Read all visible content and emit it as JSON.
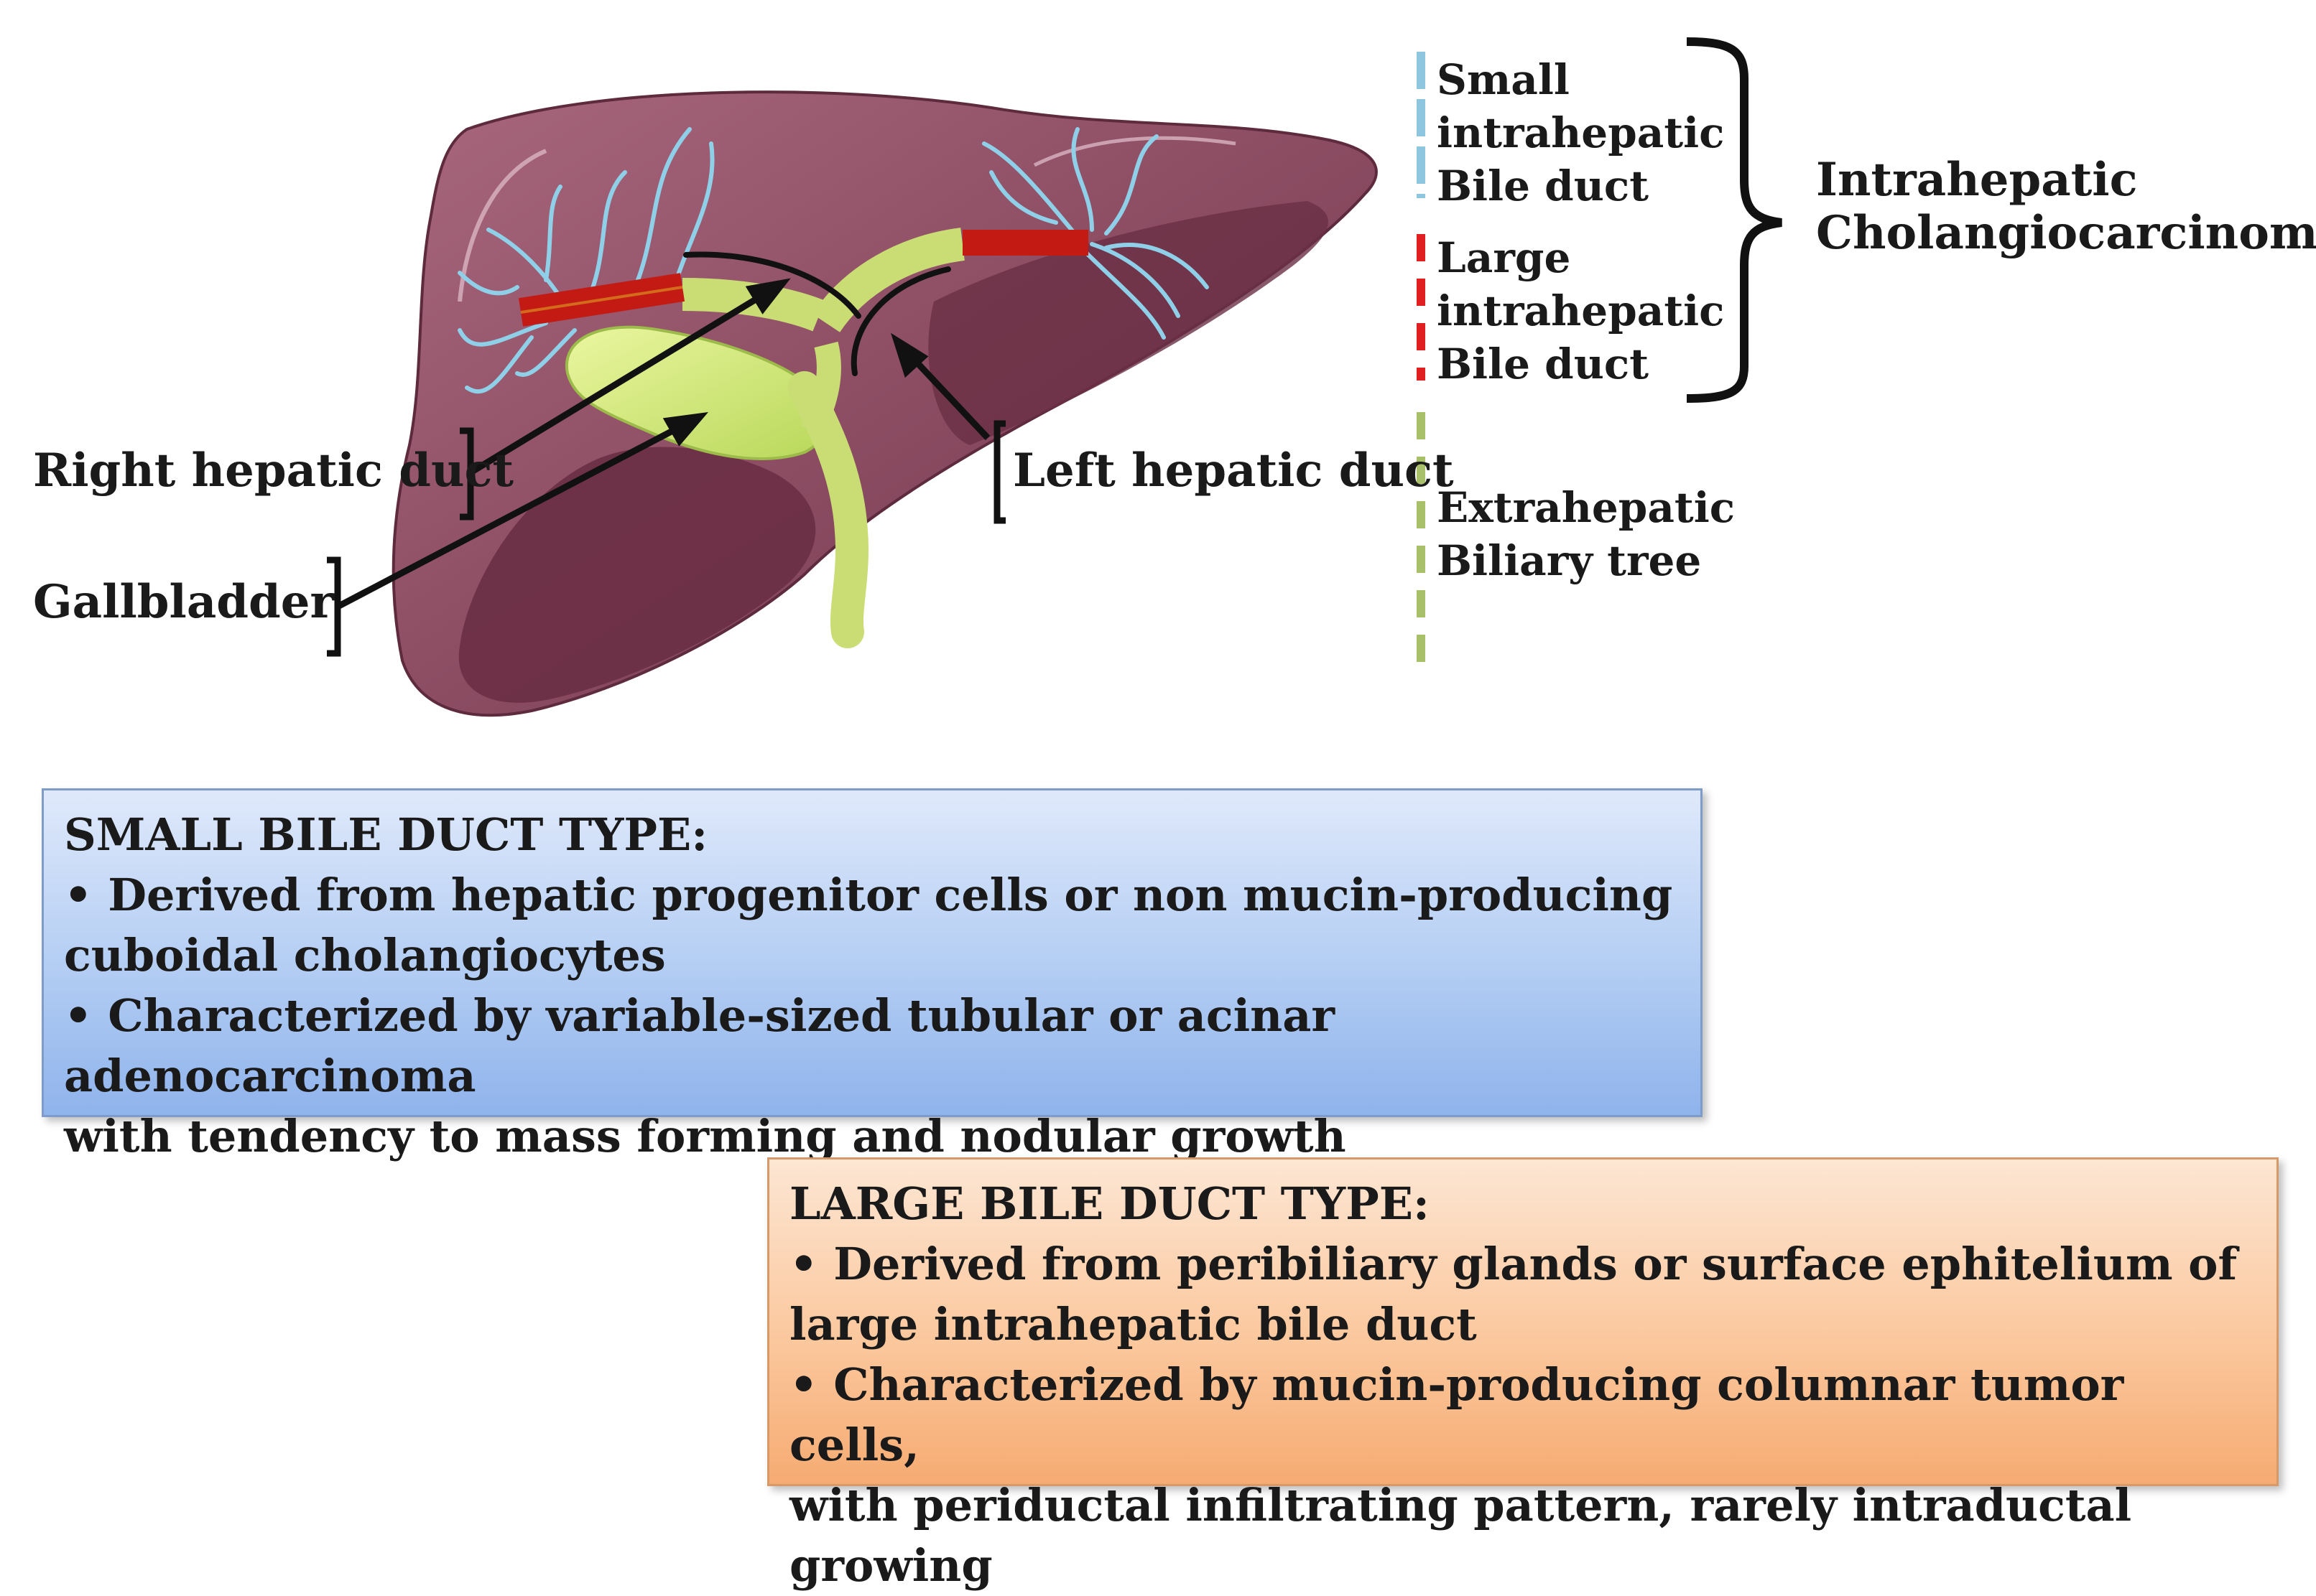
{
  "labels": {
    "right_hepatic_duct": "Right hepatic duct",
    "gallbladder": "Gallbladder",
    "left_hepatic_duct": "Left hepatic duct"
  },
  "legend": {
    "small": [
      "Small",
      "intrahepatic",
      "Bile duct"
    ],
    "large": [
      "Large",
      "intrahepatic",
      "Bile duct"
    ],
    "extra": [
      "Extrahepatic",
      "Biliary tree"
    ],
    "bracket_label": [
      "Intrahepatic",
      "Cholangiocarcinoma"
    ]
  },
  "small_box": {
    "title": "SMALL BILE DUCT TYPE:",
    "lines": [
      "• Derived from hepatic progenitor cells or non mucin-producing",
      "cuboidal cholangiocytes",
      "• Characterized by variable-sized tubular or acinar adenocarcinoma",
      "with tendency to mass forming and nodular growth"
    ]
  },
  "large_box": {
    "title": "LARGE BILE DUCT TYPE:",
    "lines": [
      "• Derived from peribiliary glands or surface ephitelium of",
      "large intrahepatic bile duct",
      "• Characterized by mucin-producing columnar tumor cells,",
      "with periductal infiltrating pattern, rarely intraductal growing"
    ]
  },
  "colors": {
    "liver": "#8c4d63",
    "liver_dark": "#6a2f45",
    "duct": "#c9dd74",
    "tumor": "#c41a14",
    "capillary": "#8fd0e8",
    "small_marker": "#8ec6df",
    "large_marker": "#e02020",
    "extra_marker": "#a9c06b"
  }
}
